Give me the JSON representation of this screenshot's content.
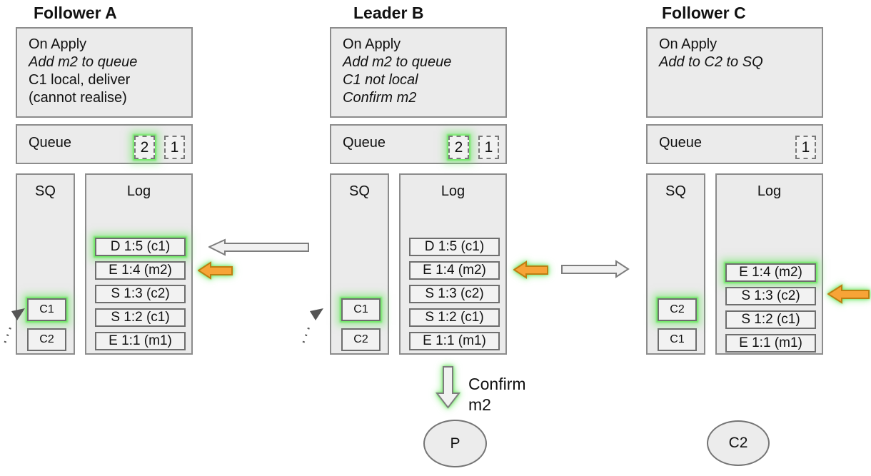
{
  "colors": {
    "background": "#ffffff",
    "box_fill": "#ebebeb",
    "box_border": "#8c8c8c",
    "item_fill": "#f2f2f2",
    "item_border": "#6e6e6e",
    "glow_green": "#6fe764",
    "orange_arrow_fill": "#f7a437",
    "orange_arrow_border": "#bd7f12",
    "white_arrow_fill": "#f1f1f1",
    "white_arrow_border": "#7d7d7d",
    "text": "#111111"
  },
  "nodes": [
    {
      "title": "Follower A",
      "on_apply_lines": [
        {
          "text": "On Apply",
          "italic": false
        },
        {
          "text": "Add m2 to queue",
          "italic": true
        },
        {
          "text": "C1 local, deliver",
          "italic": false
        },
        {
          "text": "(cannot realise)",
          "italic": false
        }
      ],
      "queue": {
        "label": "Queue",
        "items": [
          {
            "value": "2",
            "glow": true
          },
          {
            "value": "1",
            "glow": false
          }
        ]
      },
      "sq": {
        "label": "SQ",
        "items": [
          {
            "value": "C1",
            "glow": true
          },
          {
            "value": "C2",
            "glow": false
          }
        ]
      },
      "log": {
        "label": "Log",
        "entries": [
          {
            "text": "D 1:5 (c1)",
            "glow": true
          },
          {
            "text": "E 1:4 (m2)",
            "glow": false
          },
          {
            "text": "S 1:3 (c2)",
            "glow": false
          },
          {
            "text": "S 1:2 (c1)",
            "glow": false
          },
          {
            "text": "E 1:1 (m1)",
            "glow": false
          }
        ]
      }
    },
    {
      "title": "Leader B",
      "on_apply_lines": [
        {
          "text": "On Apply",
          "italic": false
        },
        {
          "text": "Add m2 to queue",
          "italic": true
        },
        {
          "text": "C1 not local",
          "italic": true
        },
        {
          "text": "Confirm m2",
          "italic": true
        }
      ],
      "queue": {
        "label": "Queue",
        "items": [
          {
            "value": "2",
            "glow": true
          },
          {
            "value": "1",
            "glow": false
          }
        ]
      },
      "sq": {
        "label": "SQ",
        "items": [
          {
            "value": "C1",
            "glow": true
          },
          {
            "value": "C2",
            "glow": false
          }
        ]
      },
      "log": {
        "label": "Log",
        "entries": [
          {
            "text": "D 1:5 (c1)",
            "glow": false
          },
          {
            "text": "E 1:4 (m2)",
            "glow": false
          },
          {
            "text": "S 1:3 (c2)",
            "glow": false
          },
          {
            "text": "S 1:2 (c1)",
            "glow": false
          },
          {
            "text": "E 1:1 (m1)",
            "glow": false
          }
        ]
      }
    },
    {
      "title": "Follower C",
      "on_apply_lines": [
        {
          "text": "On Apply",
          "italic": false
        },
        {
          "text": "Add to C2 to SQ",
          "italic": true
        }
      ],
      "queue": {
        "label": "Queue",
        "items": [
          {
            "value": "1",
            "glow": false
          }
        ]
      },
      "sq": {
        "label": "SQ",
        "items": [
          {
            "value": "C2",
            "glow": true
          },
          {
            "value": "C1",
            "glow": false
          }
        ]
      },
      "log": {
        "label": "Log",
        "entries": [
          {
            "text": "E 1:4 (m2)",
            "glow": true
          },
          {
            "text": "S 1:3 (c2)",
            "glow": false
          },
          {
            "text": "S 1:2 (c1)",
            "glow": false
          },
          {
            "text": "E 1:1 (m1)",
            "glow": false
          }
        ]
      }
    }
  ],
  "arrows": [
    {
      "name": "replicate-to-a-arrow",
      "direction": "left",
      "style": "white",
      "glow": false
    },
    {
      "name": "ack-from-a-arrow",
      "direction": "left",
      "style": "orange",
      "glow": true
    },
    {
      "name": "ack-to-b-arrow",
      "direction": "left",
      "style": "orange",
      "glow": true
    },
    {
      "name": "replicate-to-c-arrow",
      "direction": "right",
      "style": "white",
      "glow": false
    },
    {
      "name": "ack-from-c-arrow",
      "direction": "left",
      "style": "orange",
      "glow": true
    }
  ],
  "confirm_arrow": {
    "direction": "down",
    "glow": true,
    "text_lines": [
      "Confirm",
      "m2"
    ]
  },
  "actors": [
    {
      "label": "P"
    },
    {
      "label": "C2"
    }
  ]
}
